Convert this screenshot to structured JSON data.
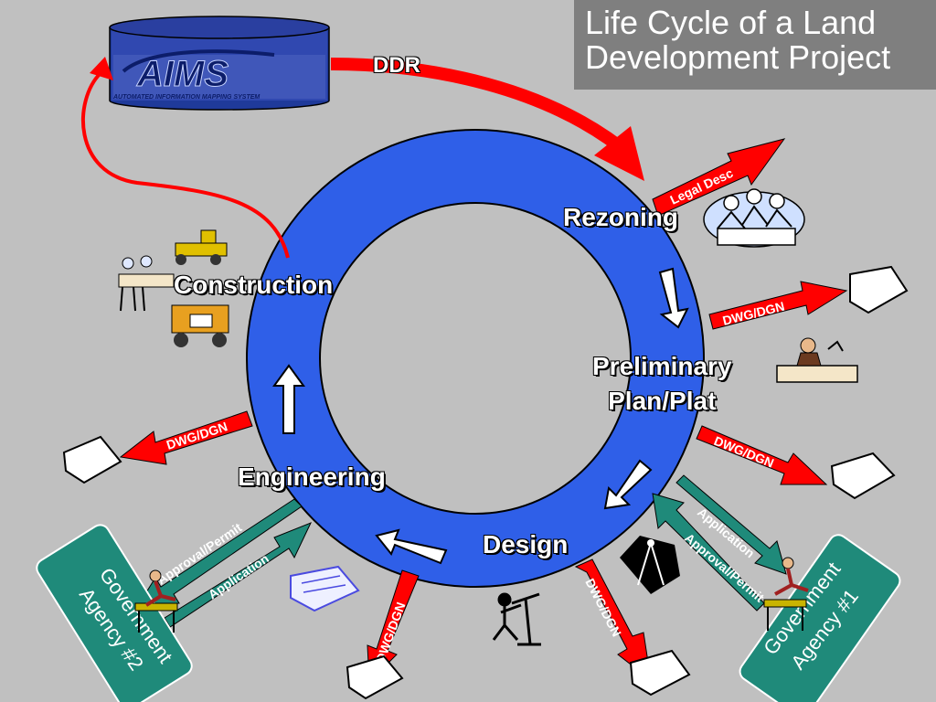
{
  "title": {
    "line1": "Life Cycle of a Land",
    "line2": "Development Project"
  },
  "logo": {
    "name": "AIMS",
    "subtitle": "AUTOMATED INFORMATION MAPPING SYSTEM"
  },
  "ddr_label": "DDR",
  "stages": {
    "rezoning": "Rezoning",
    "preliminary_line1": "Preliminary",
    "preliminary_line2": "Plan/Plat",
    "design": "Design",
    "engineering": "Engineering",
    "construction": "Construction"
  },
  "outputs": {
    "legal_desc": "Legal Desc",
    "dwg_dgn": "DWG/DGN"
  },
  "agency1": {
    "line1": "Government",
    "line2": "Agency #1",
    "application": "Application",
    "approval": "Approval/Permit"
  },
  "agency2": {
    "line1": "Government",
    "line2": "Agency #2",
    "application": "Application",
    "approval": "Approval/Permit"
  },
  "colors": {
    "background": "#c0c0c0",
    "ring": "#2f5fe8",
    "arrow_red": "#ff0000",
    "agency_teal": "#1f8a7a",
    "title_bg": "#7f7f7f"
  }
}
